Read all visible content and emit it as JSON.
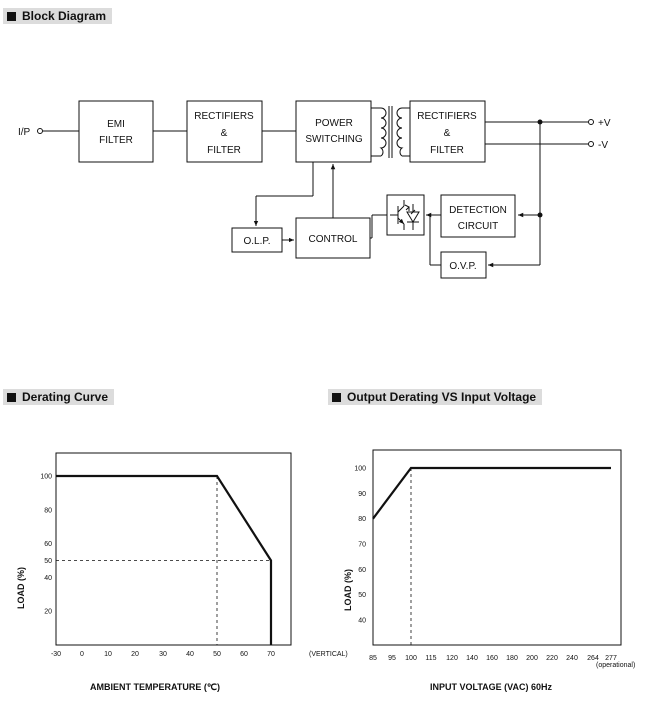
{
  "sections": {
    "block_diagram": "Block Diagram",
    "derating_curve": "Derating Curve",
    "output_derating": "Output Derating VS Input Voltage"
  },
  "block": {
    "input": "I/P",
    "emi": [
      "EMI",
      "FILTER"
    ],
    "rect1": [
      "RECTIFIERS",
      "&",
      "FILTER"
    ],
    "power": [
      "POWER",
      "SWITCHING"
    ],
    "rect2": [
      "RECTIFIERS",
      "&",
      "FILTER"
    ],
    "olp": "O.L.P.",
    "control": "CONTROL",
    "detection": [
      "DETECTION",
      "CIRCUIT"
    ],
    "ovp": "O.V.P.",
    "out_pos": "+V",
    "out_neg": "-V"
  },
  "chart_data": [
    {
      "type": "line",
      "x": [
        -30,
        50,
        70,
        70
      ],
      "y": [
        100,
        100,
        50,
        0
      ],
      "xticks": [
        "-30",
        "0",
        "10",
        "20",
        "30",
        "40",
        "50",
        "60",
        "70"
      ],
      "xtick_values": [
        -30,
        0,
        10,
        20,
        30,
        40,
        50,
        60,
        70
      ],
      "xtick_suffix": "(VERTICAL)",
      "yticks": [
        "100",
        "80",
        "60",
        "50",
        "40",
        "20"
      ],
      "ytick_values": [
        100,
        80,
        60,
        50,
        40,
        20
      ],
      "xlabel": "AMBIENT TEMPERATURE (℃)",
      "ylabel": "LOAD (%)",
      "dashed_refs": [
        {
          "x": 50,
          "y": 100
        },
        {
          "x": 70,
          "y": 50
        }
      ]
    },
    {
      "type": "line",
      "x": [
        85,
        100,
        277
      ],
      "y": [
        80,
        100,
        100
      ],
      "xticks": [
        "85",
        "95",
        "100",
        "115",
        "120",
        "140",
        "160",
        "180",
        "200",
        "220",
        "240",
        "264",
        "277"
      ],
      "xtick_suffix": "(operational)",
      "yticks": [
        "100",
        "90",
        "80",
        "70",
        "60",
        "50",
        "40"
      ],
      "ytick_values": [
        100,
        90,
        80,
        70,
        60,
        50,
        40
      ],
      "xlabel": "INPUT VOLTAGE (VAC) 60Hz",
      "ylabel": "LOAD (%)",
      "dashed_refs": [
        {
          "x": 100,
          "y": 100
        }
      ]
    }
  ]
}
